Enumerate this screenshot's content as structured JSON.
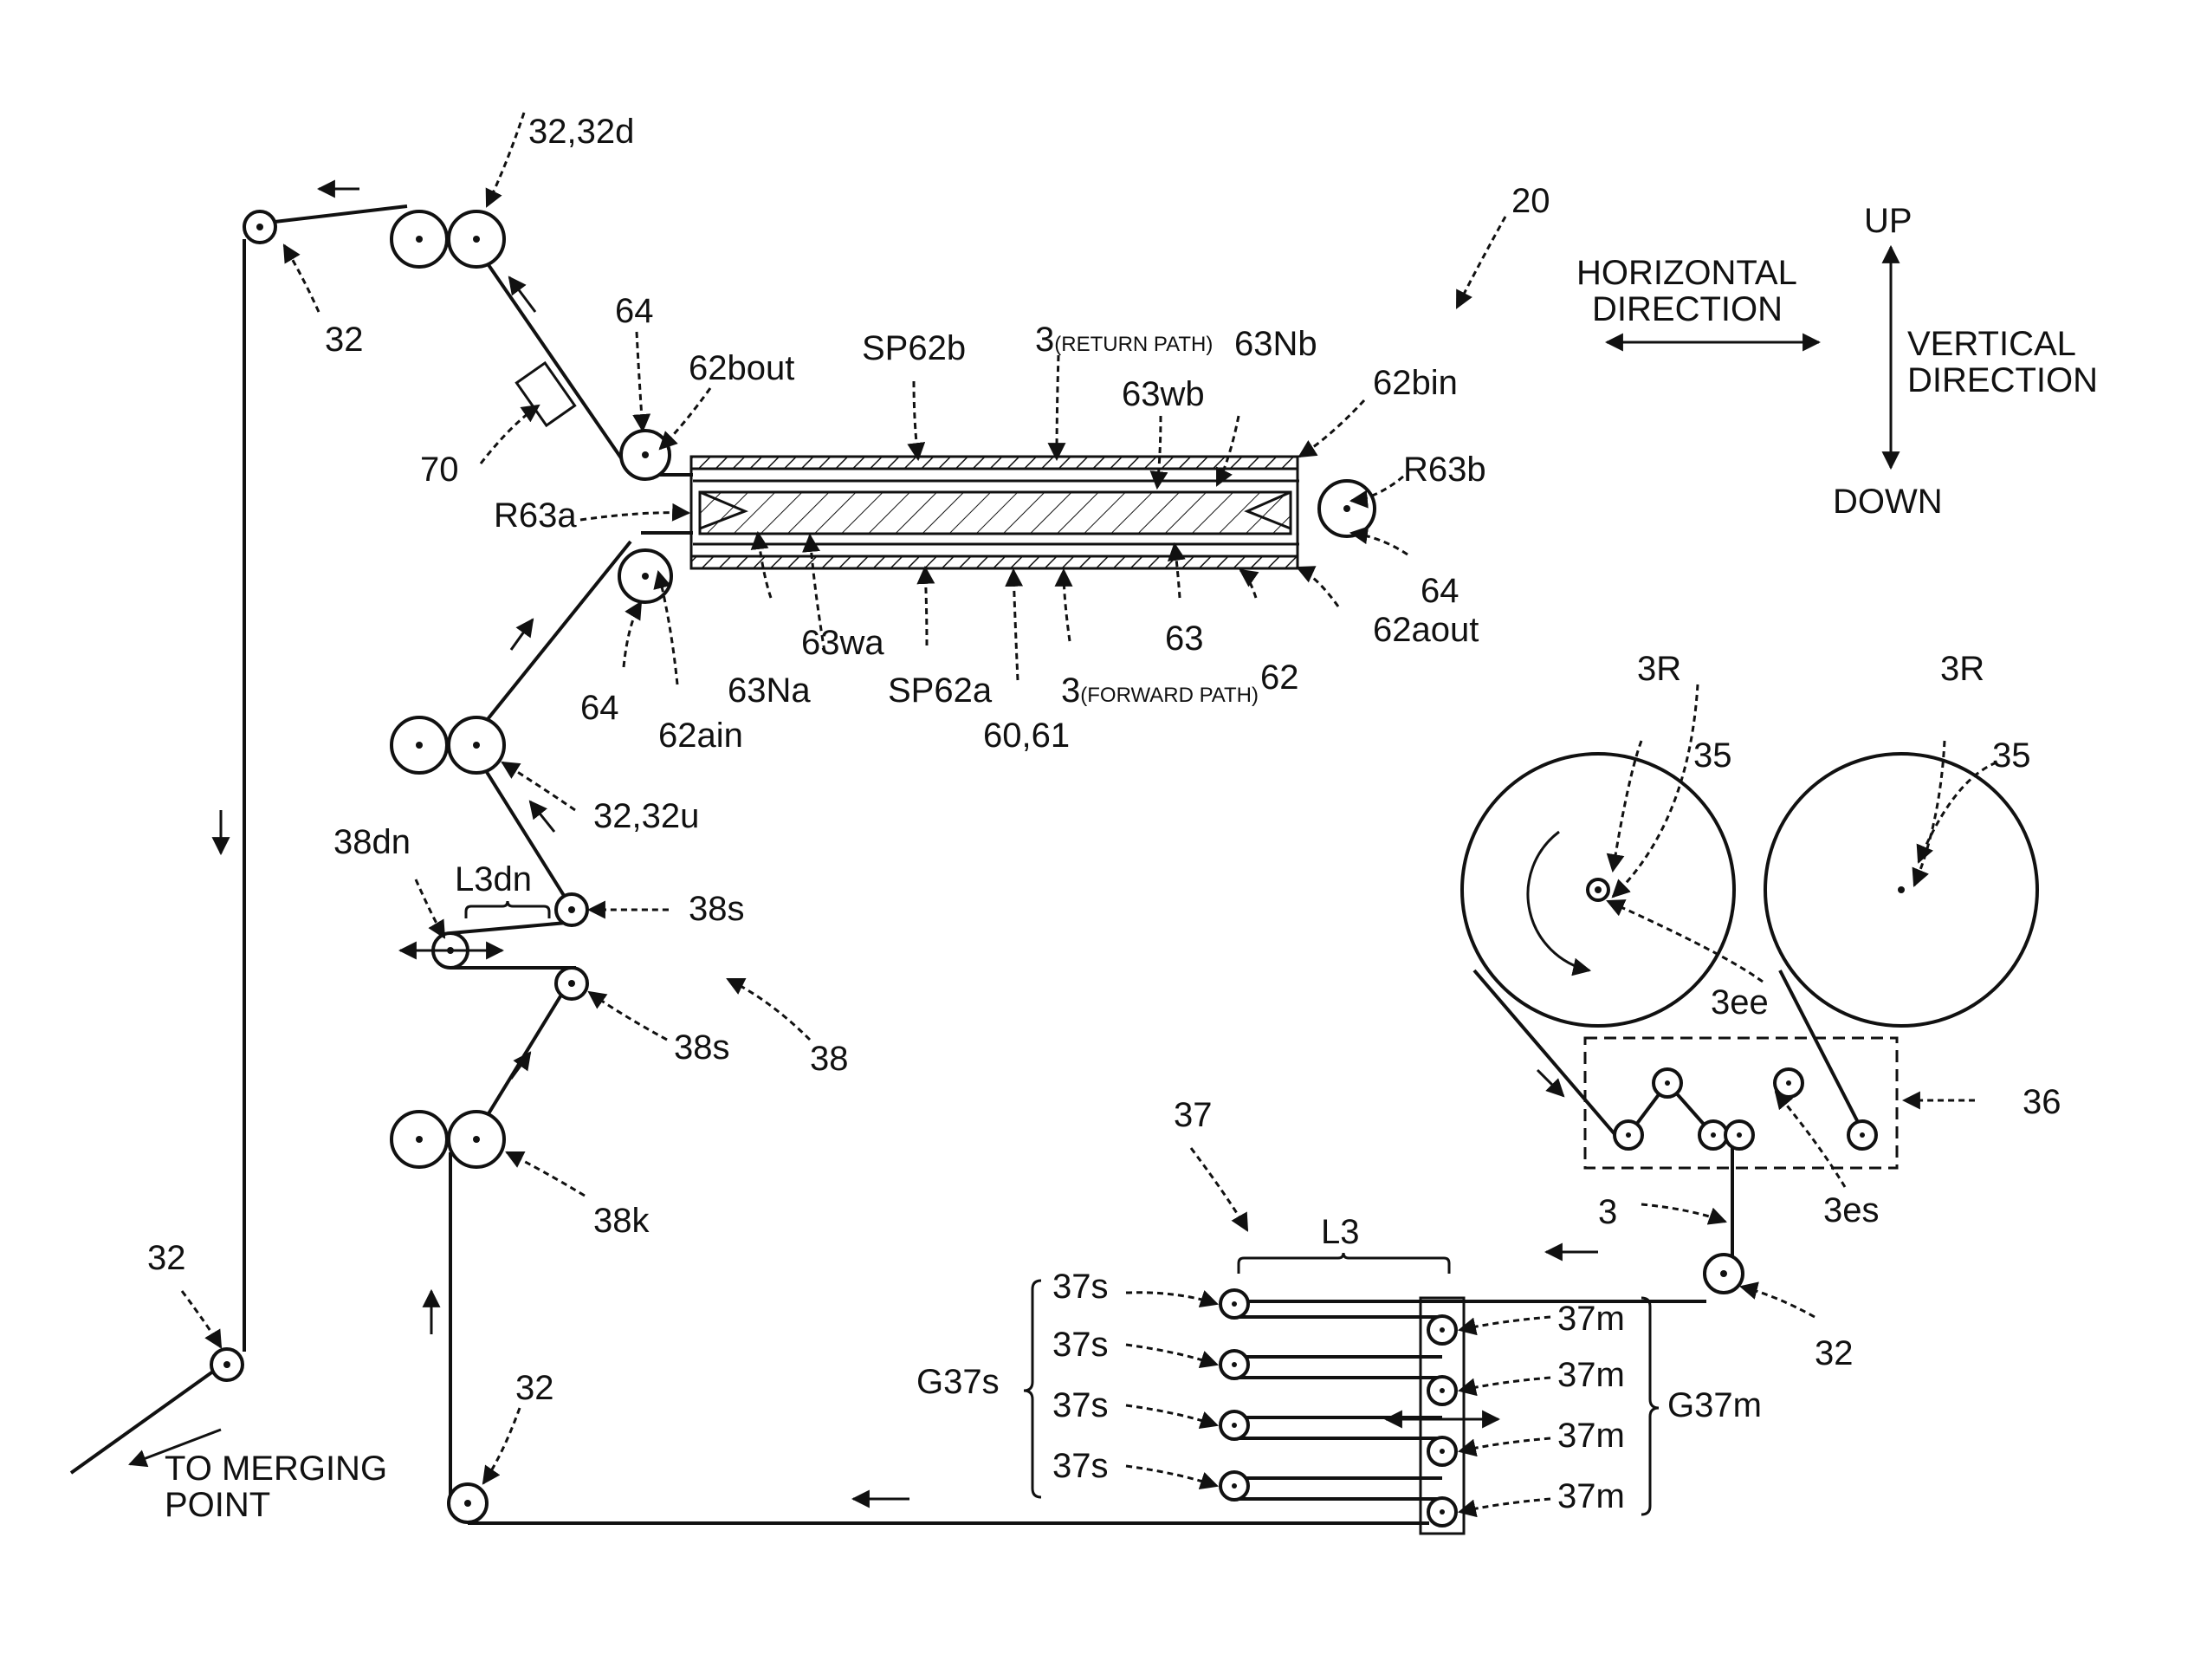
{
  "figure": {
    "assembly_ref": "20",
    "orientation": {
      "horizontal": "HORIZONTAL\nDIRECTION",
      "up": "UP",
      "vertical": "VERTICAL\nDIRECTION",
      "down": "DOWN"
    },
    "merge_label": "TO MERGING\nPOINT",
    "labels": {
      "roller_32_top": "32",
      "nip_32d": "32,32d",
      "unit_70": "70",
      "roller_64_a": "64",
      "label_62bout": "62bout",
      "label_SP62b": "SP62b",
      "return_path": "3(RETURN PATH)",
      "label_63Nb": "63Nb",
      "label_63wb": "63wb",
      "label_62bin": "62bin",
      "label_R63b": "R63b",
      "label_R63a": "R63a",
      "roller_64_b": "64",
      "label_62aout": "62aout",
      "label_63wa": "63wa",
      "label_63Na": "63Na",
      "label_SP62a": "SP62a",
      "forward_path": "3(FORWARD PATH)",
      "label_63": "63",
      "label_62": "62",
      "label_6061": "60,61",
      "roller_64_c": "64",
      "label_62ain": "62ain",
      "nip_32u": "32,32u",
      "label_38dn": "38dn",
      "label_L3dn": "L3dn",
      "label_38s_a": "38s",
      "label_38s_b": "38s",
      "label_38": "38",
      "label_38k": "38k",
      "roller_32_left": "32",
      "roller_32_bottom": "32",
      "label_37": "37",
      "label_L3": "L3",
      "label_3R_a": "3R",
      "label_3R_b": "3R",
      "label_35_a": "35",
      "label_35_b": "35",
      "label_3ee": "3ee",
      "label_36": "36",
      "label_3es": "3es",
      "label_3": "3",
      "roller_32_right": "32",
      "label_G37s": "G37s",
      "label_G37m": "G37m",
      "stationary": [
        "37s",
        "37s",
        "37s",
        "37s"
      ],
      "movable": [
        "37m",
        "37m",
        "37m",
        "37m"
      ]
    }
  }
}
